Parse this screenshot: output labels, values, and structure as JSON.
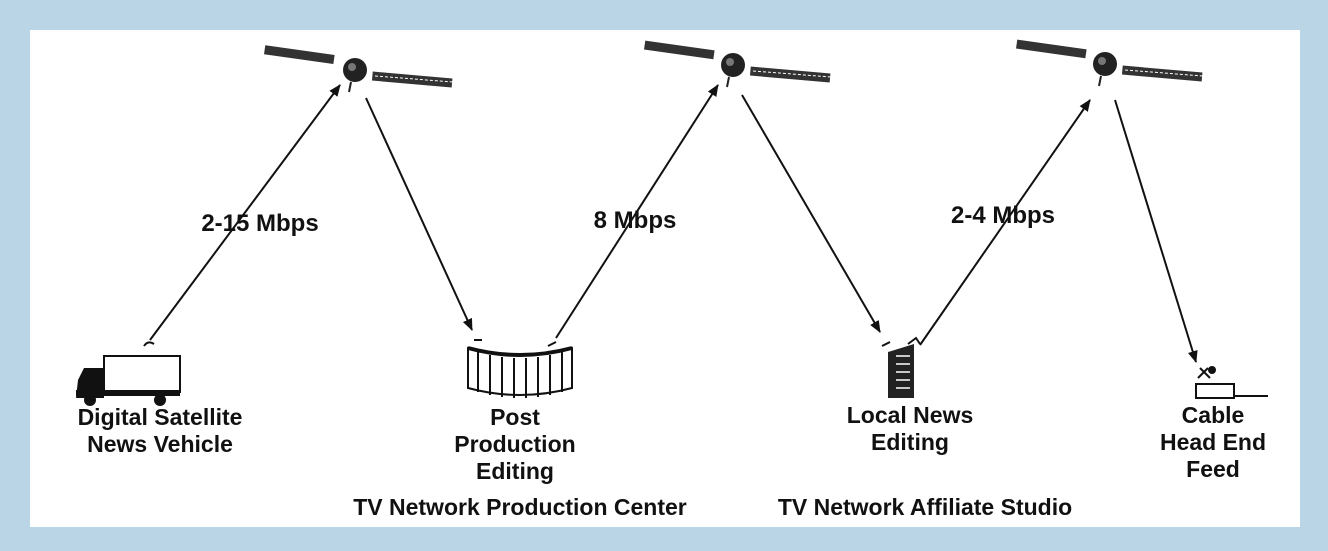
{
  "links": [
    {
      "rate": "2-15 Mbps"
    },
    {
      "rate": "8 Mbps"
    },
    {
      "rate": "2-4 Mbps"
    }
  ],
  "sites": {
    "vehicle": [
      "Digital Satellite",
      "News Vehicle"
    ],
    "post": [
      "Post",
      "Production",
      "Editing"
    ],
    "local": [
      "Local News",
      "Editing"
    ],
    "cable": [
      "Cable",
      "Head End",
      "Feed"
    ]
  },
  "groups": {
    "production_center": "TV Network Production Center",
    "affiliate_studio": "TV Network Affiliate Studio"
  },
  "colors": {
    "frame": "#b9d5e6",
    "panel": "#ffffff",
    "ink": "#111111"
  },
  "icons": [
    "satellite-icon",
    "truck-icon",
    "dish-icon",
    "edit-suite-icon",
    "studio-building-icon",
    "cable-headend-icon"
  ]
}
